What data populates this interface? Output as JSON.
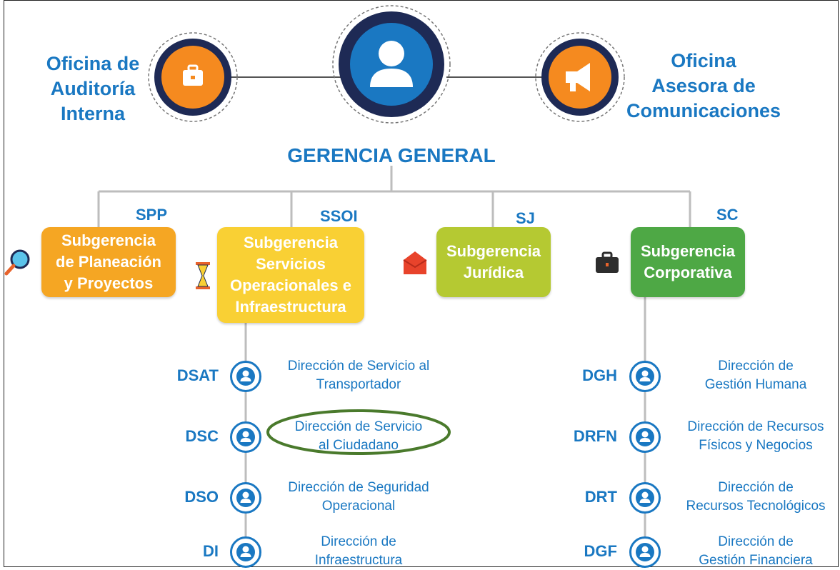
{
  "top": {
    "left_office": [
      "Oficina de",
      "Auditoría",
      "Interna"
    ],
    "right_office": [
      "Oficina",
      "Asesora de",
      "Comunicaciones"
    ],
    "general": "GERENCIA GENERAL"
  },
  "subgerencias": [
    {
      "abbr": "SPP",
      "lines": [
        "Subgerencia",
        "de Planeación",
        "y Proyectos"
      ],
      "color": "#f5a623",
      "icon": "magnifier-icon"
    },
    {
      "abbr": "SSOI",
      "lines": [
        "Subgerencia",
        "Servicios",
        "Operacionales e",
        "Infraestructura"
      ],
      "color": "#f9d034",
      "icon": "hourglass-icon"
    },
    {
      "abbr": "SJ",
      "lines": [
        "Subgerencia",
        "Jurídica"
      ],
      "color": "#b5c932",
      "icon": "envelope-icon"
    },
    {
      "abbr": "SC",
      "lines": [
        "Subgerencia",
        "Corporativa"
      ],
      "color": "#4ea845",
      "icon": "briefcase-icon"
    }
  ],
  "left_directions": [
    {
      "abbr": "DSAT",
      "lines": [
        "Dirección de Servicio al",
        "Transportador"
      ]
    },
    {
      "abbr": "DSC",
      "lines": [
        "Dirección de Servicio",
        "al Ciudadano"
      ],
      "highlighted": true
    },
    {
      "abbr": "DSO",
      "lines": [
        "Dirección de Seguridad",
        "Operacional"
      ]
    },
    {
      "abbr": "DI",
      "lines": [
        "Dirección de",
        "Infraestructura"
      ]
    }
  ],
  "right_directions": [
    {
      "abbr": "DGH",
      "lines": [
        "Dirección de",
        "Gestión Humana"
      ]
    },
    {
      "abbr": "DRFN",
      "lines": [
        "Dirección de Recursos",
        "Físicos y Negocios"
      ]
    },
    {
      "abbr": "DRT",
      "lines": [
        "Dirección de",
        "Recursos Tecnológicos"
      ]
    },
    {
      "abbr": "DGF",
      "lines": [
        "Dirección de",
        "Gestión Financiera"
      ]
    }
  ],
  "colors": {
    "accent": "#1a78c2",
    "highlight_ring": "#4a7a2c",
    "line": "#bdbdbd",
    "orange": "#f58a1f",
    "navy": "#1e2a55"
  }
}
